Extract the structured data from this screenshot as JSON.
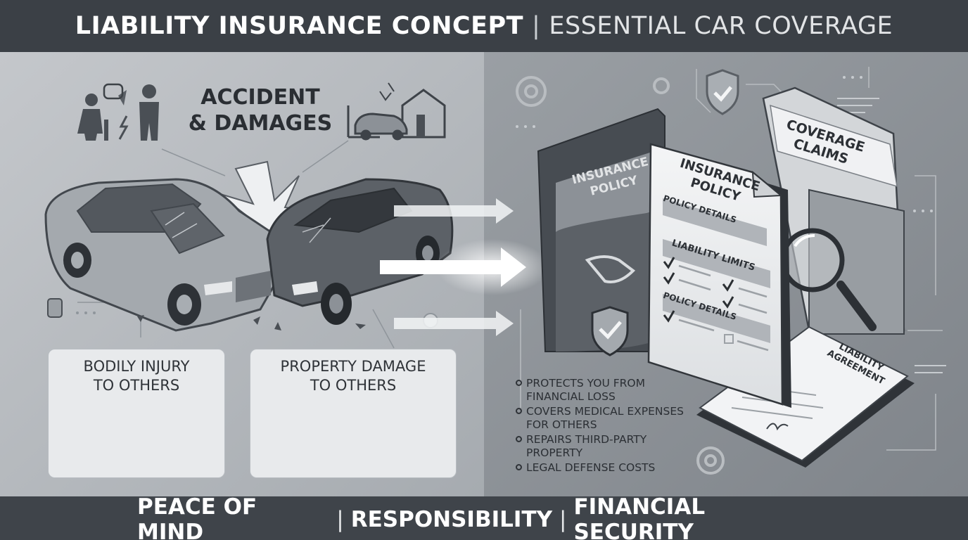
{
  "header": {
    "title_bold": "LIABILITY INSURANCE CONCEPT",
    "separator": "|",
    "title_light": "ESSENTIAL CAR COVERAGE"
  },
  "accident": {
    "line1": "ACCIDENT",
    "line2": "& DAMAGES"
  },
  "bodily_injury": {
    "line1": "BODILY INJURY",
    "line2": "TO OTHERS"
  },
  "property_damage": {
    "line1": "PROPERTY DAMAGE",
    "line2": "TO OTHERS"
  },
  "folder": {
    "line1": "INSURANCE",
    "line2": "POLICY"
  },
  "document": {
    "title1": "INSURANCE",
    "title2": "POLICY",
    "section1": "POLICY DETAILS",
    "section2": "LIABILITY LIMITS",
    "section3": "POLICY DETAILS"
  },
  "coverage": {
    "line1": "COVERAGE",
    "line2": "CLAIMS"
  },
  "agreement": {
    "line1": "LIABILITY",
    "line2": "AGREEMENT"
  },
  "bullets": [
    "PROTECTS YOU FROM FINANCIAL LOSS",
    "COVERS MEDICAL EXPENSES FOR OTHERS",
    "REPAIRS THIRD-PARTY PROPERTY",
    "LEGAL DEFENSE COSTS"
  ],
  "footer": {
    "item1": "PEACE OF MIND",
    "item2": "RESPONSIBILITY",
    "item3": "FINANCIAL SECURITY",
    "separator": "|"
  },
  "colors": {
    "header_bg": "#3b4046",
    "left_panel": "#b4b8bd",
    "right_panel": "#8e9398",
    "arrow_glow": "#ffffff"
  }
}
